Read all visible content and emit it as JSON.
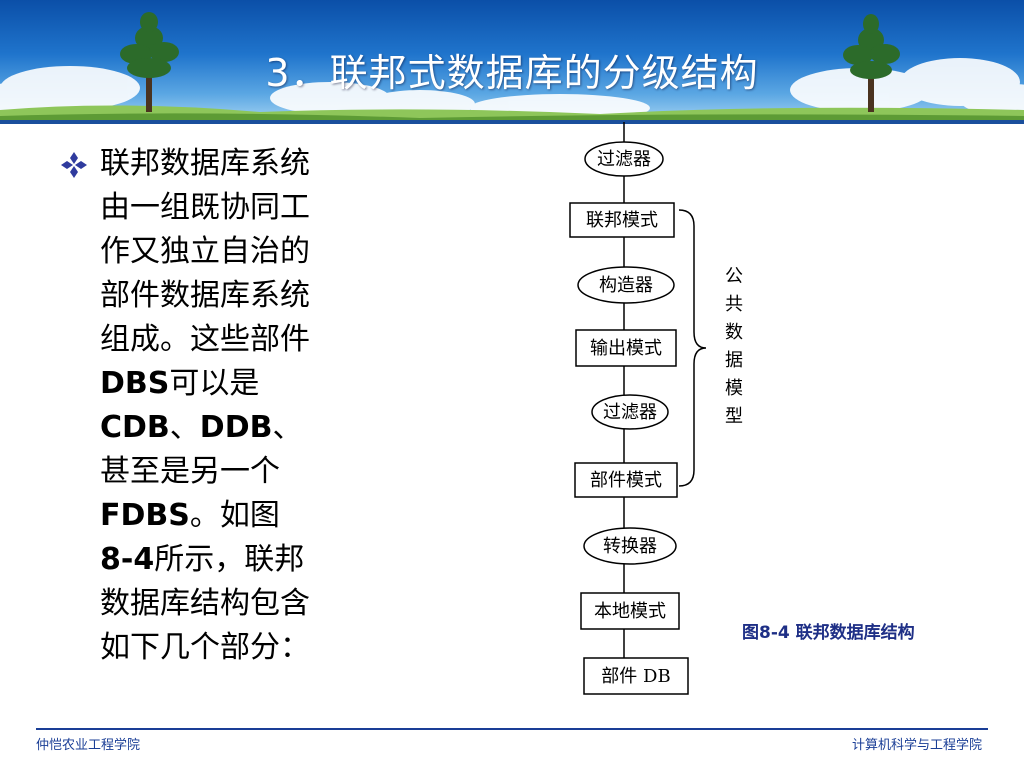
{
  "header": {
    "title": "3．联邦式数据库的分级结构"
  },
  "body": {
    "bullet_icon": "diamond-bullet-icon",
    "bullet_segments": [
      {
        "text": "联邦数据库系统\n由一组既协同工\n作又独立自治的\n部件数据库系统\n组成。这些部件\n",
        "bold": false
      },
      {
        "text": "DBS",
        "bold": true
      },
      {
        "text": "可以是\n",
        "bold": false
      },
      {
        "text": "CDB",
        "bold": true
      },
      {
        "text": "、",
        "bold": false
      },
      {
        "text": "DDB",
        "bold": true
      },
      {
        "text": "、\n甚至是另一个\n",
        "bold": false
      },
      {
        "text": "FDBS",
        "bold": true
      },
      {
        "text": "。如图\n",
        "bold": false
      },
      {
        "text": "8-4",
        "bold": true
      },
      {
        "text": "所示，联邦\n数据库结构包含\n如下几个部分：",
        "bold": false
      }
    ]
  },
  "diagram": {
    "nodes": [
      {
        "id": "filter-top",
        "shape": "ellipse",
        "label": "过滤器"
      },
      {
        "id": "federated-schema",
        "shape": "rect",
        "label": "联邦模式"
      },
      {
        "id": "constructor",
        "shape": "ellipse",
        "label": "构造器"
      },
      {
        "id": "export-schema",
        "shape": "rect",
        "label": "输出模式"
      },
      {
        "id": "filter-mid",
        "shape": "ellipse",
        "label": "过滤器"
      },
      {
        "id": "component-schema",
        "shape": "rect",
        "label": "部件模式"
      },
      {
        "id": "transformer",
        "shape": "ellipse",
        "label": "转换器"
      },
      {
        "id": "local-schema",
        "shape": "rect",
        "label": "本地模式"
      },
      {
        "id": "component-db",
        "shape": "rect",
        "label": "部件 DB"
      }
    ],
    "brace_label": "公共数据模型",
    "caption": "图8-4  联邦数据库结构"
  },
  "footer": {
    "left": "仲恺农业工程学院",
    "right": "计算机科学与工程学院"
  },
  "colors": {
    "banner_top": "#0b4fa8",
    "caption": "#1e2f86",
    "footer": "#1a3e96"
  }
}
